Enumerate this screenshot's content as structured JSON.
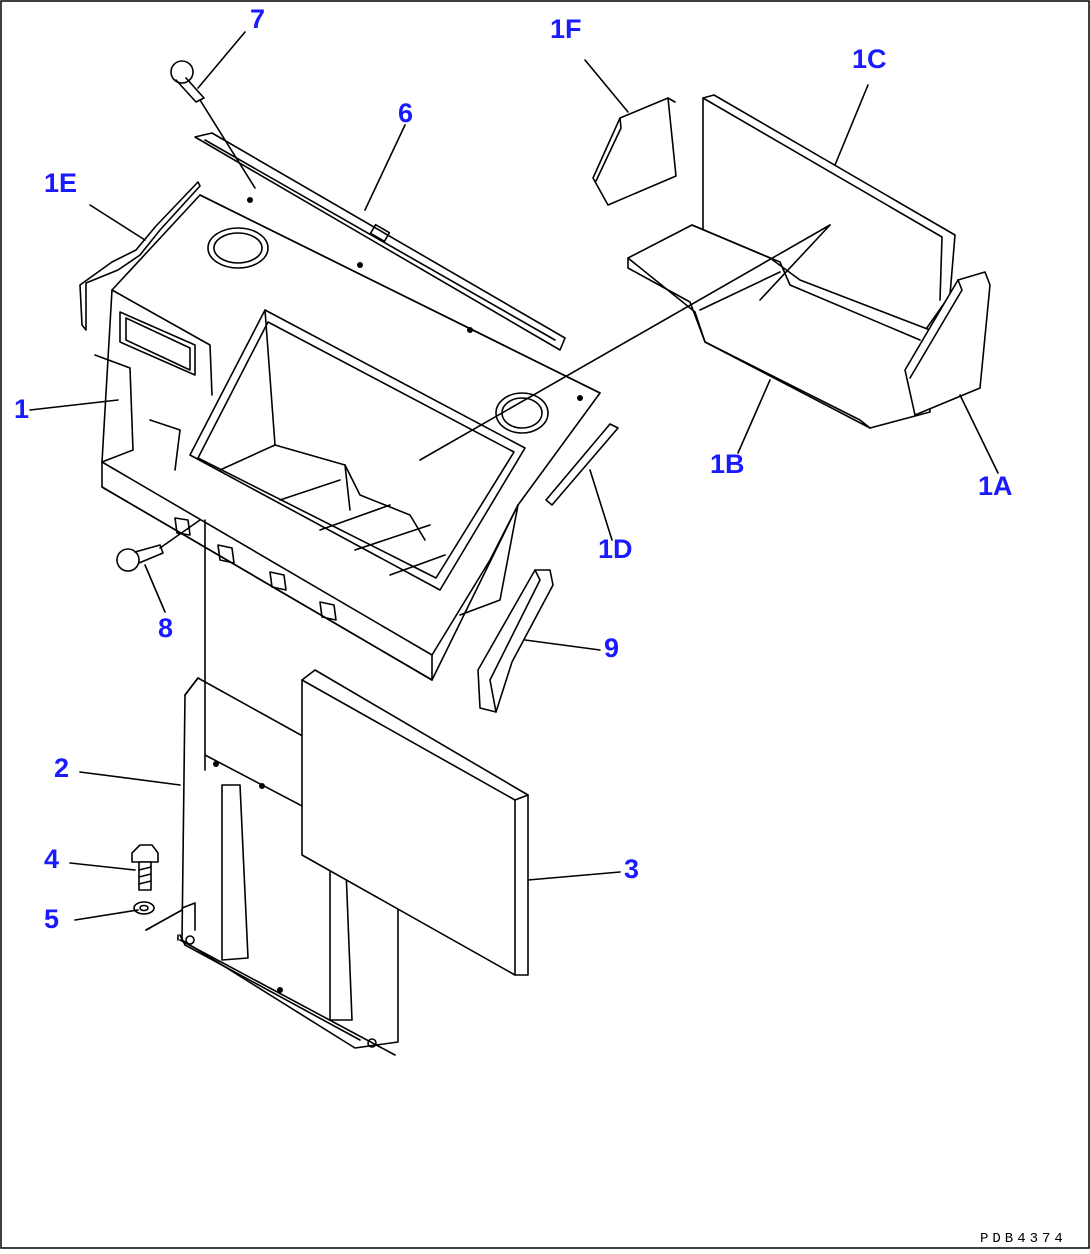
{
  "colors": {
    "label": "#1a1aff",
    "line": "#000000",
    "background": "#ffffff"
  },
  "labels": {
    "p1": "1",
    "p1A": "1A",
    "p1B": "1B",
    "p1C": "1C",
    "p1D": "1D",
    "p1E": "1E",
    "p1F": "1F",
    "p2": "2",
    "p3": "3",
    "p4": "4",
    "p5": "5",
    "p6": "6",
    "p7": "7",
    "p8": "8",
    "p9": "9"
  },
  "drawing_ref": "PDB4374"
}
